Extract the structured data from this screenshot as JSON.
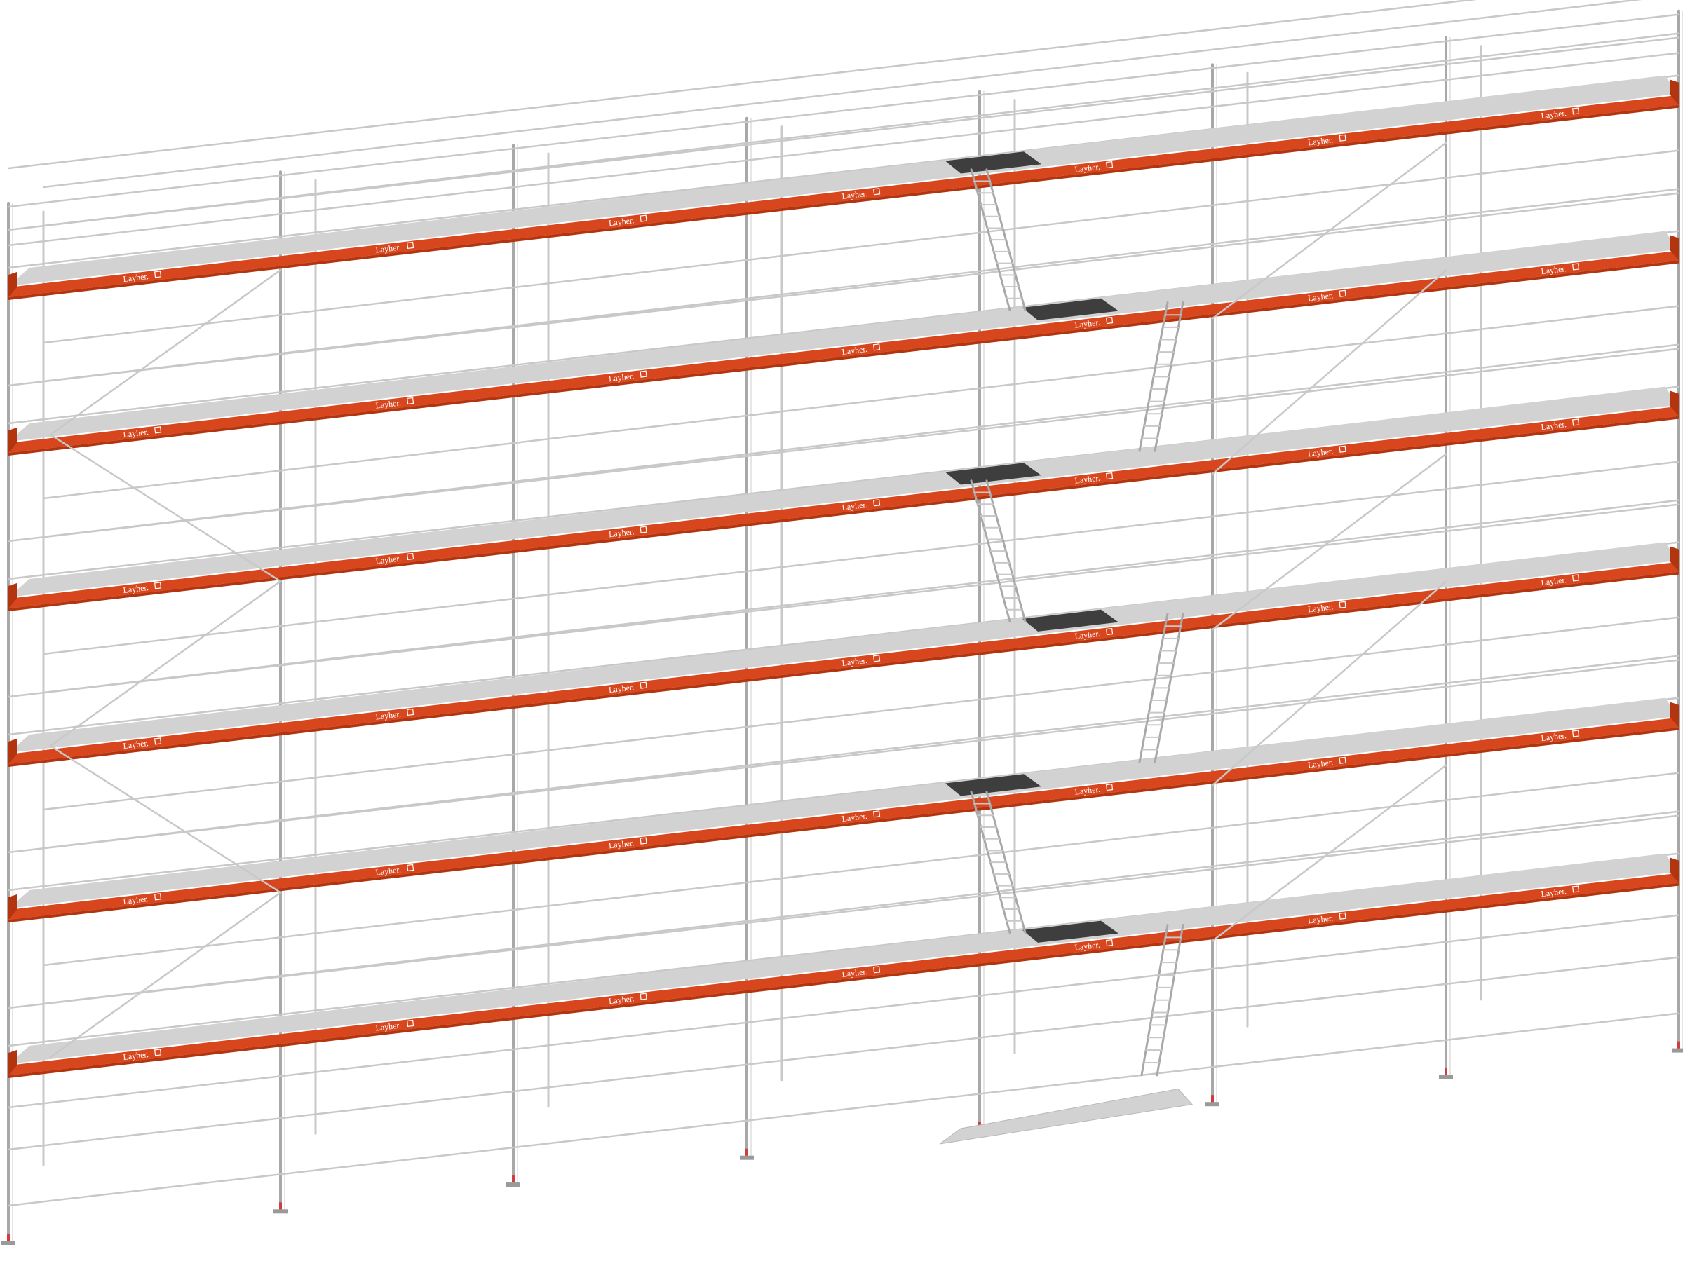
{
  "image": {
    "subject": "scaffold-illustration",
    "brand_label": "Layher.",
    "colors": {
      "background": "#ffffff",
      "tube": "#c8c8c8",
      "tube_dark": "#a8a8a8",
      "deck": "#d2d2d2",
      "toeboard": "#d8461e",
      "toeboard_dark": "#b2350f",
      "hatch": "#3e3e3e",
      "foot": "#d23c3c"
    },
    "bays": 7,
    "levels": 6,
    "icons": [
      "layher-logo-icon"
    ]
  }
}
